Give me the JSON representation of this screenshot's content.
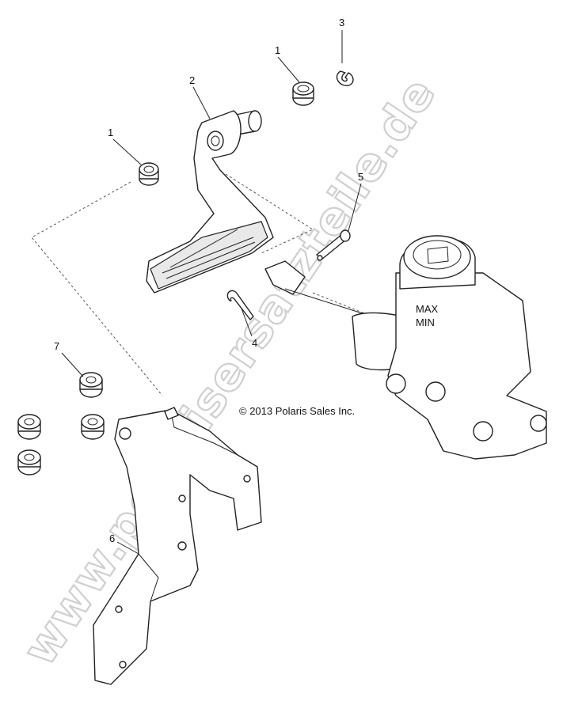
{
  "copyright": "© 2013 Polaris Sales Inc.",
  "watermark": "www.polarisersatzteile.de",
  "callouts": [
    {
      "id": "callout-1a",
      "label": "1"
    },
    {
      "id": "callout-1b",
      "label": "1"
    },
    {
      "id": "callout-2",
      "label": "2"
    },
    {
      "id": "callout-3",
      "label": "3"
    },
    {
      "id": "callout-4",
      "label": "4"
    },
    {
      "id": "callout-5",
      "label": "5"
    },
    {
      "id": "callout-6",
      "label": "6"
    },
    {
      "id": "callout-7",
      "label": "7"
    }
  ],
  "reservoir": {
    "max": "MAX",
    "min": "MIN"
  }
}
